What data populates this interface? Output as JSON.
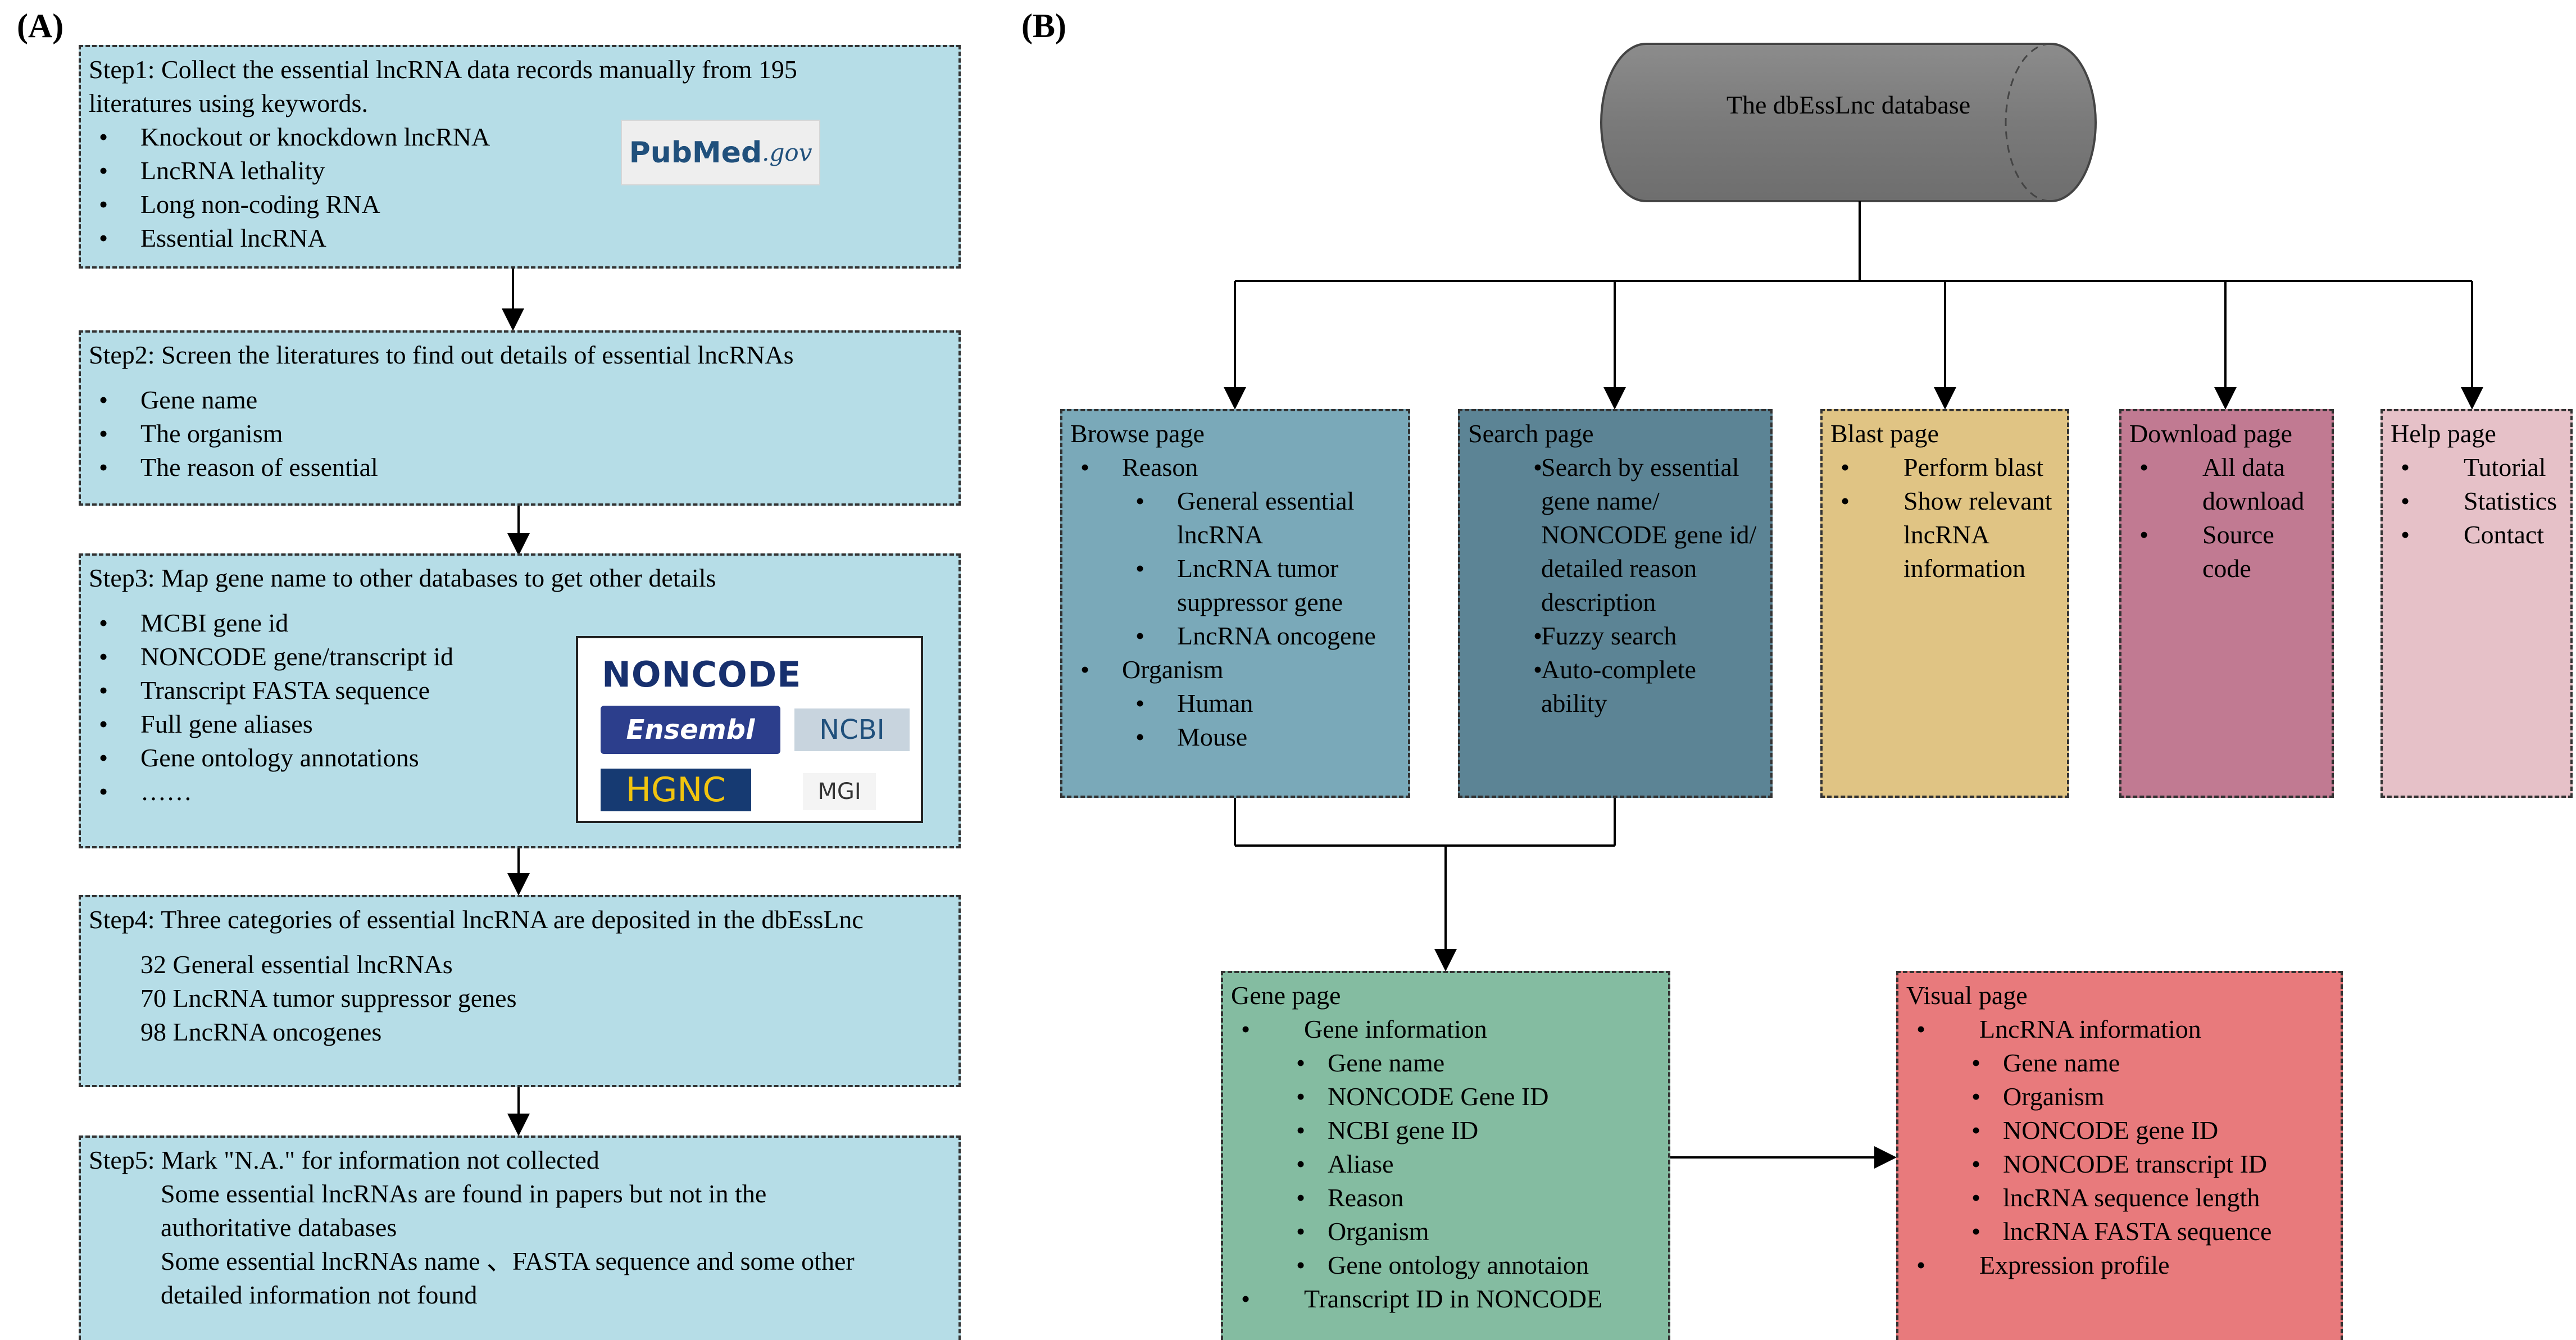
{
  "panel_a_label": "(A)",
  "panel_b_label": "(B)",
  "steps": [
    {
      "title": "Step1: Collect the essential lncRNA data records manually from 195 literatures using keywords.",
      "items": [
        "Knockout or knockdown lncRNA",
        "LncRNA lethality",
        "Long non-coding RNA",
        "Essential lncRNA"
      ]
    },
    {
      "title": "Step2: Screen the literatures to find out details of essential lncRNAs",
      "items": [
        "Gene name",
        "The organism",
        "The reason of essential"
      ]
    },
    {
      "title": "Step3: Map gene name to other databases to get other details",
      "items": [
        "MCBI gene id",
        "NONCODE gene/transcript id",
        "Transcript FASTA sequence",
        "Full gene aliases",
        "Gene ontology annotations",
        "……"
      ]
    },
    {
      "title": "Step4: Three categories of essential lncRNA are deposited in the dbEssLnc",
      "items": [
        "32 General essential lncRNAs",
        "70 LncRNA tumor suppressor genes",
        "98 LncRNA oncogenes"
      ]
    },
    {
      "title": "Step5: Mark \"N.A.\" for information not collected",
      "items": [
        "Some essential lncRNAs are found in papers but not in the authoritative databases",
        "Some essential lncRNAs name 、FASTA sequence and some other detailed information  not found"
      ]
    }
  ],
  "logos": {
    "pubmed_main": "PubMed",
    "pubmed_suffix": ".gov",
    "noncode": "NONCODE",
    "ensembl": "Ensembl",
    "ncbi": "NCBI",
    "hgnc": "HGNC",
    "mgi": "MGI"
  },
  "database": {
    "label": "The dbEssLnc database",
    "color": "#7f7f7f"
  },
  "pages": {
    "browse": {
      "title": "Browse page",
      "items": [
        {
          "level": 1,
          "text": "Reason"
        },
        {
          "level": 2,
          "text": "General essential lncRNA"
        },
        {
          "level": 2,
          "text": "LncRNA tumor suppressor gene"
        },
        {
          "level": 2,
          "text": "LncRNA oncogene"
        },
        {
          "level": 1,
          "text": "Organism"
        },
        {
          "level": 2,
          "text": "Human"
        },
        {
          "level": 2,
          "text": "Mouse"
        }
      ]
    },
    "search": {
      "title": "Search page",
      "items": [
        {
          "level": 2,
          "text": "Search by essential gene name/ NONCODE gene id/ detailed reason description"
        },
        {
          "level": 2,
          "text": "Fuzzy search"
        },
        {
          "level": 2,
          "text": "Auto-complete ability"
        }
      ]
    },
    "blast": {
      "title": "Blast page",
      "items": [
        {
          "level": 1,
          "text": "Perform blast"
        },
        {
          "level": 1,
          "text": "Show relevant lncRNA information"
        }
      ]
    },
    "download": {
      "title": "Download page",
      "items": [
        {
          "level": 1,
          "text": "All data download"
        },
        {
          "level": 1,
          "text": "Source code"
        }
      ]
    },
    "help": {
      "title": "Help page",
      "items": [
        {
          "level": 1,
          "text": "Tutorial"
        },
        {
          "level": 1,
          "text": "Statistics"
        },
        {
          "level": 1,
          "text": "Contact"
        }
      ]
    },
    "gene": {
      "title": "Gene page",
      "items": [
        {
          "level": 1,
          "text": "Gene information"
        },
        {
          "level": 2,
          "text": "Gene name"
        },
        {
          "level": 2,
          "text": "NONCODE Gene ID"
        },
        {
          "level": 2,
          "text": "NCBI gene ID"
        },
        {
          "level": 2,
          "text": "Aliase"
        },
        {
          "level": 2,
          "text": "Reason"
        },
        {
          "level": 2,
          "text": "Organism"
        },
        {
          "level": 2,
          "text": "Gene ontology annotaion"
        },
        {
          "level": 1,
          "text": "Transcript ID in NONCODE"
        }
      ]
    },
    "visual": {
      "title": "Visual page",
      "items": [
        {
          "level": 1,
          "text": "LncRNA information"
        },
        {
          "level": 2,
          "text": "Gene name"
        },
        {
          "level": 2,
          "text": "Organism"
        },
        {
          "level": 2,
          "text": "NONCODE gene ID"
        },
        {
          "level": 2,
          "text": "NONCODE transcript ID"
        },
        {
          "level": 2,
          "text": "lncRNA sequence length"
        },
        {
          "level": 2,
          "text": "lncRNA FASTA sequence"
        },
        {
          "level": 1,
          "text": "Expression profile"
        }
      ]
    }
  }
}
